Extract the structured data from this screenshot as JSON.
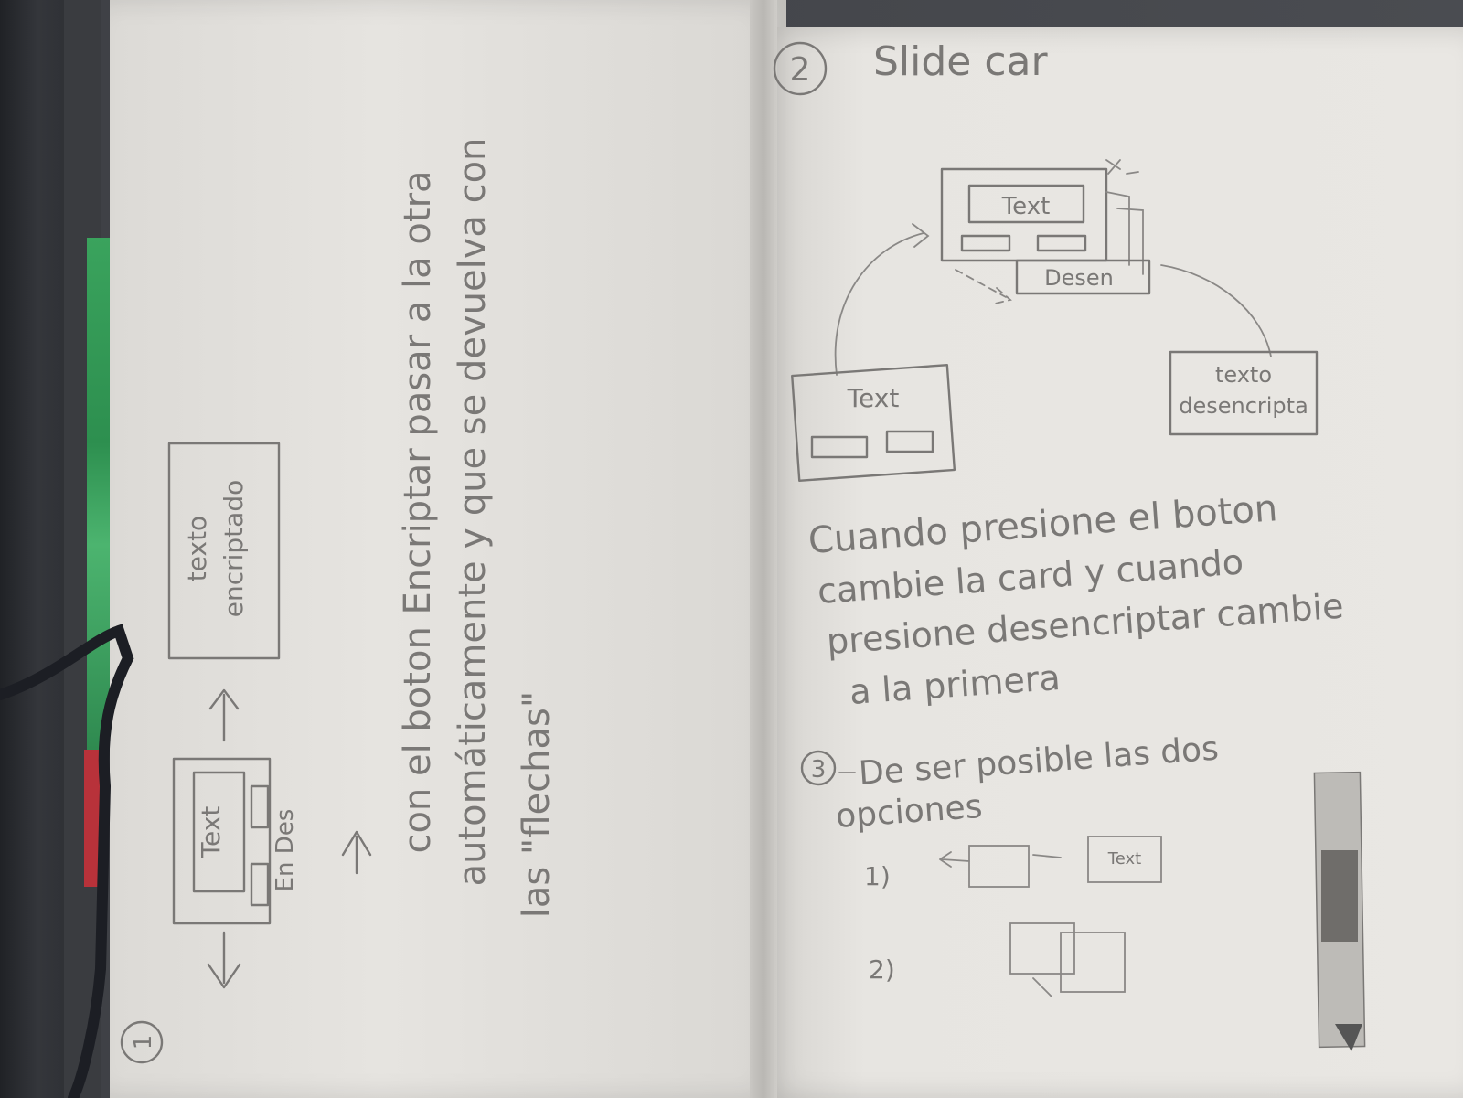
{
  "left_page": {
    "number": "1",
    "sketch_card_text": "Text",
    "sketch_labels": "En  Des",
    "result_box": [
      "texto",
      "encriptado"
    ],
    "notes_lines": [
      "con el boton Encriptar pasar a la otra",
      "automáticamente y que se devuelva con",
      "las \"flechas\""
    ]
  },
  "right_page": {
    "number": "2",
    "heading": "Slide car",
    "card_text_top": "Text",
    "card_label_desen": "Desen",
    "card_text_bottom": "Text",
    "result_box": [
      "texto",
      "desencripta"
    ],
    "notes_lines": [
      "Cuando presione el boton",
      "cambie la card y cuando",
      "presione desencriptar cambie",
      "a la primera"
    ],
    "option_number": "3",
    "option_lines": [
      "De ser posible las dos",
      "opciones"
    ],
    "option_1": "1)",
    "option_2": "2)",
    "option_mini_text": "Text"
  },
  "colors": {
    "pencil": "#7a7876",
    "paper": "#e6e4e0",
    "desk": "#3b3d42",
    "binder_green": "#3aa35d"
  }
}
